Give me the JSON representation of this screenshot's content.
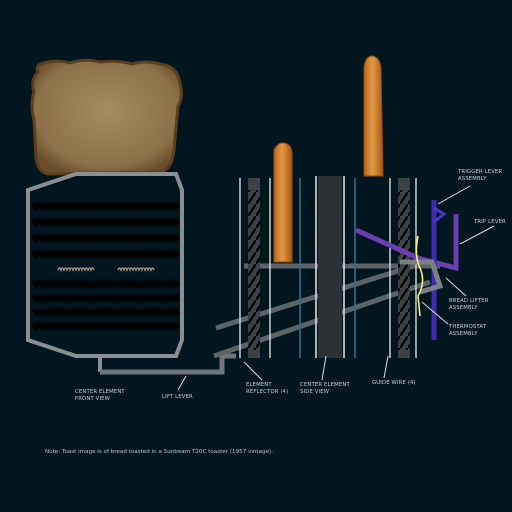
{
  "labels": {
    "center_element_front_1": "CENTER ELEMENT",
    "center_element_front_2": "FRONT VIEW",
    "lift_lever": "LIFT LEVER",
    "element_reflector_1": "ELEMENT",
    "element_reflector_2": "REFLECTOR (4)",
    "center_element_side_1": "CENTER ELEMENT",
    "center_element_side_2": "SIDE VIEW",
    "guide_wire": "GUIDE WIRE (4)",
    "trigger_lever_1": "TRIGGER LEVER",
    "trigger_lever_2": "ASSEMBLY",
    "trip_lever": "TRIP LEVER",
    "bread_lifter_1": "BREAD LIFTER",
    "bread_lifter_2": "ASSEMBLY",
    "thermostat_1": "THERMOSTAT",
    "thermostat_2": "ASSEMBLY"
  },
  "note": "Note: Toast image is of bread toasted in a Sunbeam T20C toaster (1957 vintage).",
  "colors": {
    "background": "#021620",
    "frame": "#8a8f92",
    "lift_rod": "#6f767a",
    "trigger": "#3f2bb0",
    "trip": "#6b3fb4",
    "thermostat": "#f2f07a",
    "guide_wire": "#2f6f8c",
    "bread_crust": "#c47a2a",
    "label_text": "#c9d2d8"
  }
}
